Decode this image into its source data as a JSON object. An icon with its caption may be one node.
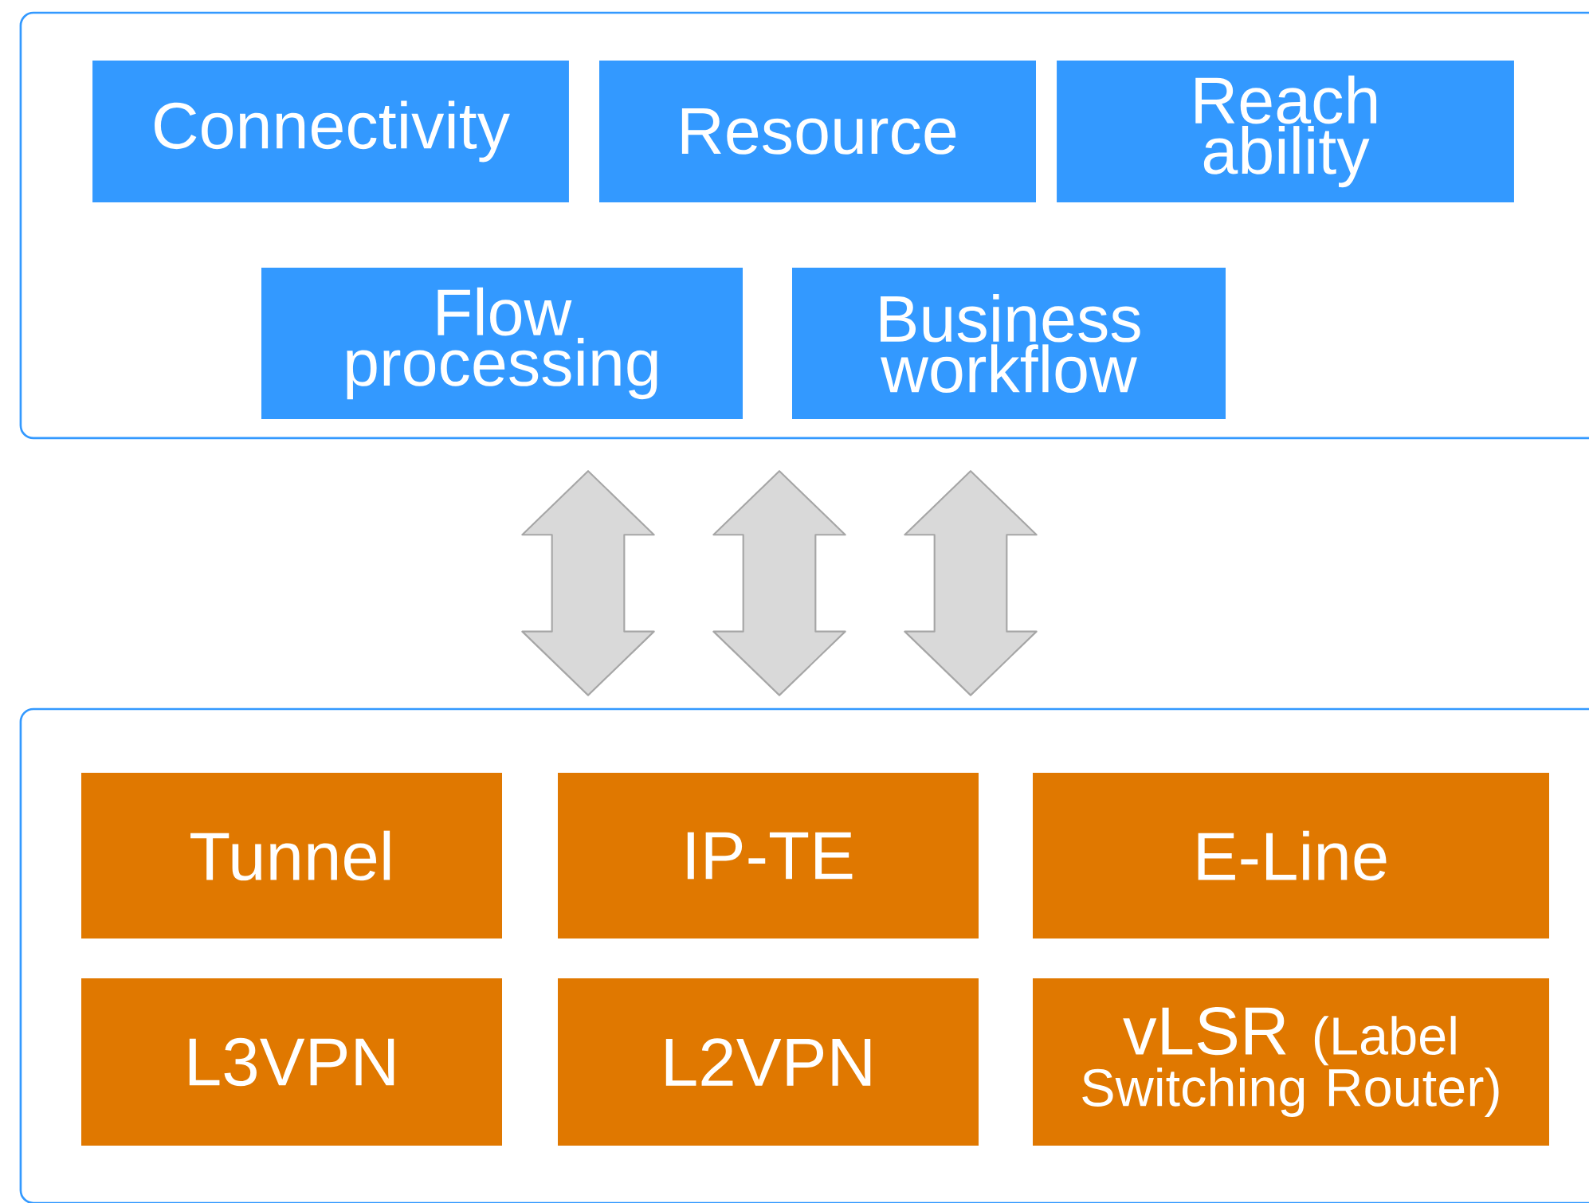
{
  "diagram": {
    "nodes": [
      {
        "text": [],
        "shape": "box"
      },
      {
        "text": [
          "Connectivity"
        ],
        "in": 0
      },
      {
        "text": [
          "Resource"
        ],
        "in": 0
      },
      {
        "text": [
          "Reach ability"
        ],
        "in": 0
      },
      {
        "text": [
          "Flow processing"
        ],
        "in": 0
      },
      {
        "text": [
          "Business workflow"
        ],
        "in": 0
      },
      {
        "text": [],
        "shape": "box"
      },
      {
        "text": [
          "Tunnel"
        ],
        "in": 6
      },
      {
        "text": [
          "IP-TE"
        ],
        "in": 6
      },
      {
        "text": [
          "E-Line"
        ],
        "in": 6
      },
      {
        "text": [
          "L3VPN"
        ],
        "in": 6
      },
      {
        "text": [
          "L2VPN"
        ],
        "in": 6
      },
      {
        "text": [
          "vLSR",
          "(Label Switching Router)"
        ],
        "in": 6
      }
    ],
    "edges": [
      {
        "from": 0,
        "to": 6,
        "arrow": "both"
      },
      {
        "from": 0,
        "to": 6,
        "arrow": "both"
      },
      {
        "from": 0,
        "to": 6,
        "arrow": "both"
      }
    ]
  }
}
